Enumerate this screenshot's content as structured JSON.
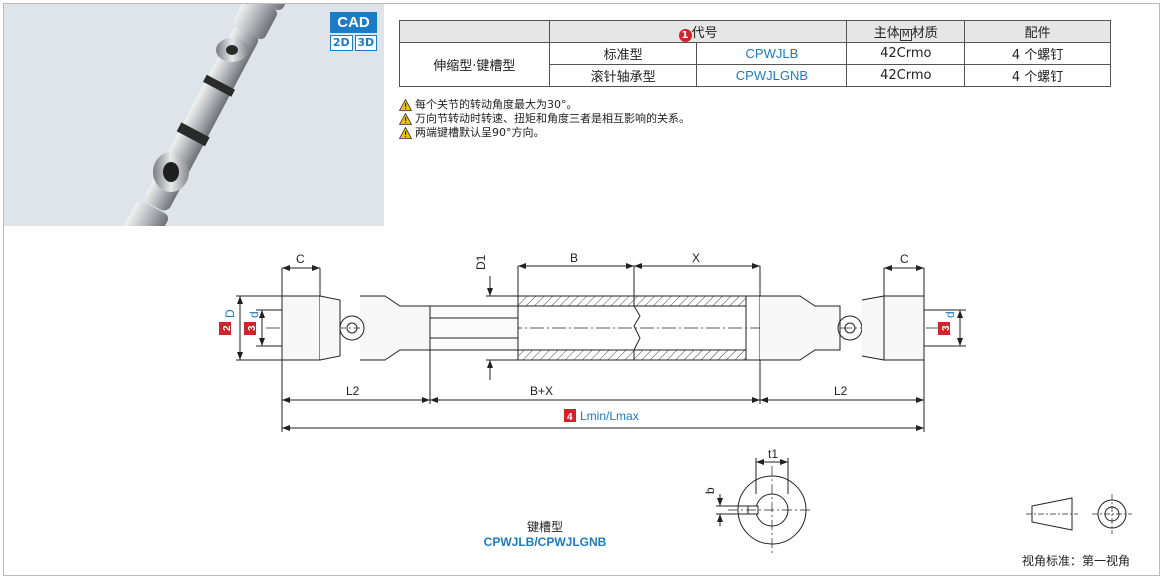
{
  "cad_badge": {
    "title": "CAD",
    "formats": [
      "2D",
      "3D"
    ]
  },
  "spec_table": {
    "headers": {
      "col_code_marker": "1",
      "col_code": "代号",
      "col_material_prefix": "主体",
      "col_material_box": "M",
      "col_material_suffix": "材质",
      "col_parts": "配件"
    },
    "group_label": "伸缩型·键槽型",
    "rows": [
      {
        "type": "标准型",
        "code": "CPWJLB",
        "material": "42Crmo",
        "parts": "4 个螺钉"
      },
      {
        "type": "滚针轴承型",
        "code": "CPWJLGNB",
        "material": "42Crmo",
        "parts": "4 个螺钉"
      }
    ]
  },
  "notes": [
    "每个关节的转动角度最大为30°。",
    "万向节转动时转速、扭矩和角度三者是相互影响的关系。",
    "两端键槽默认呈90°方向。"
  ],
  "dimensions": {
    "C_left": "C",
    "C_right": "C",
    "D1": "D1",
    "B": "B",
    "X": "X",
    "L2_left": "L2",
    "L2_right": "L2",
    "BX": "B+X",
    "D_marker": "2",
    "D": "D",
    "d_marker_left": "3",
    "d_left": "d",
    "d_marker_right": "3",
    "d_right": "d",
    "L_marker": "4",
    "L": "Lmin/Lmax",
    "t1": "t1",
    "b": "b"
  },
  "caption": {
    "line1": "键槽型",
    "line2": "CPWJLB/CPWJLGNB"
  },
  "view_label": "视角标准：第一视角",
  "colors": {
    "brand_blue": "#1b7bc4",
    "marker_red": "#d2232a",
    "warning_yellow": "#f2c200"
  }
}
